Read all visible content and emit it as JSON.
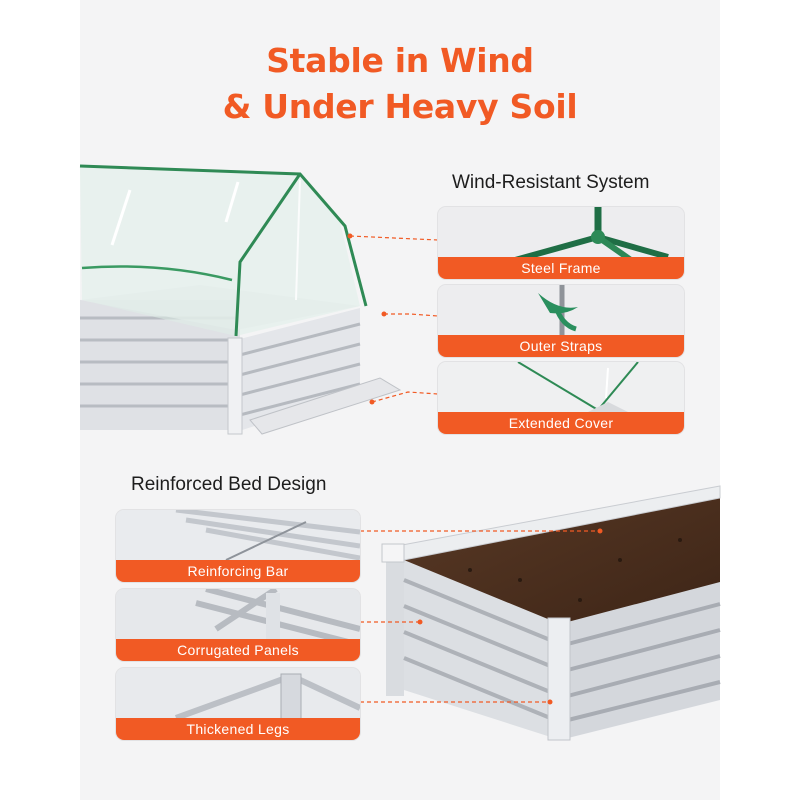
{
  "theme": {
    "accent": "#f15a24",
    "text": "#1d1d1d",
    "panel": "#f4f4f5"
  },
  "headline": {
    "line1": "Stable in Wind",
    "line2": "& Under Heavy Soil"
  },
  "wind_section": {
    "title": "Wind-Resistant System",
    "cards": [
      {
        "label": "Steel Frame"
      },
      {
        "label": "Outer Straps"
      },
      {
        "label": "Extended Cover"
      }
    ]
  },
  "bed_section": {
    "title": "Reinforced Bed Design",
    "cards": [
      {
        "label": "Reinforcing Bar"
      },
      {
        "label": "Corrugated Panels"
      },
      {
        "label": "Thickened Legs"
      }
    ]
  }
}
